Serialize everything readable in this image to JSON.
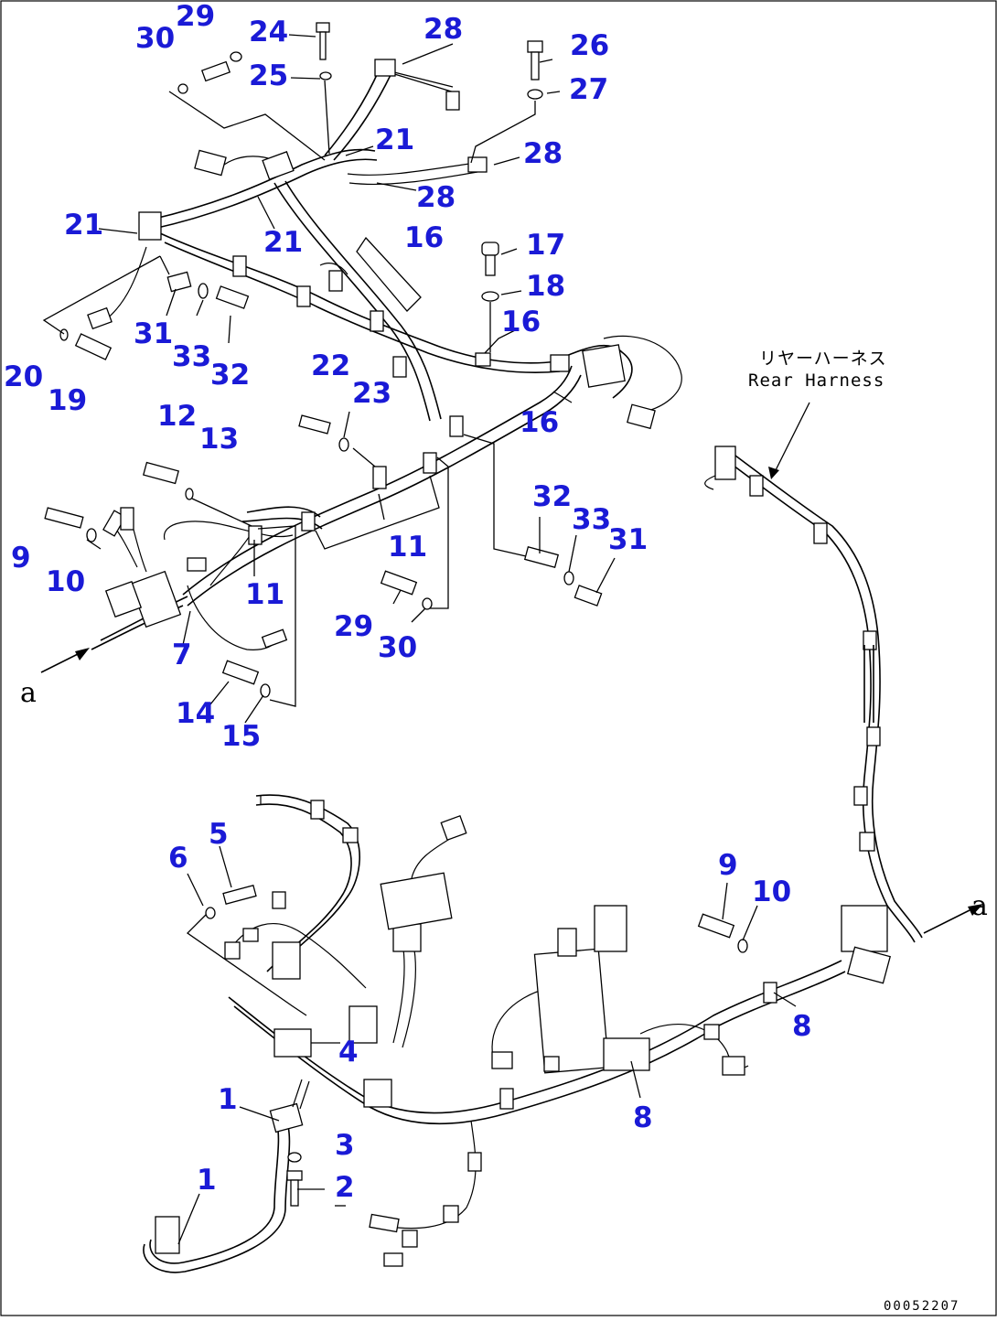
{
  "diagram": {
    "annotation": {
      "line1": "リヤーハーネス",
      "line2": "Rear Harness"
    },
    "arrow_labels": {
      "left": "a",
      "right": "a"
    },
    "drawing_code": "00052207",
    "callouts": [
      {
        "id": "c30a",
        "text": "30"
      },
      {
        "id": "c29a",
        "text": "29"
      },
      {
        "id": "c24",
        "text": "24"
      },
      {
        "id": "c25",
        "text": "25"
      },
      {
        "id": "c28a",
        "text": "28"
      },
      {
        "id": "c26",
        "text": "26"
      },
      {
        "id": "c27",
        "text": "27"
      },
      {
        "id": "c21a",
        "text": "21"
      },
      {
        "id": "c28b",
        "text": "28"
      },
      {
        "id": "c28c",
        "text": "28"
      },
      {
        "id": "c21b",
        "text": "21"
      },
      {
        "id": "c21c",
        "text": "21"
      },
      {
        "id": "c16a",
        "text": "16"
      },
      {
        "id": "c17",
        "text": "17"
      },
      {
        "id": "c18",
        "text": "18"
      },
      {
        "id": "c16b",
        "text": "16"
      },
      {
        "id": "c31a",
        "text": "31"
      },
      {
        "id": "c33a",
        "text": "33"
      },
      {
        "id": "c32a",
        "text": "32"
      },
      {
        "id": "c20",
        "text": "20"
      },
      {
        "id": "c19",
        "text": "19"
      },
      {
        "id": "c22",
        "text": "22"
      },
      {
        "id": "c23",
        "text": "23"
      },
      {
        "id": "c16c",
        "text": "16"
      },
      {
        "id": "c12",
        "text": "12"
      },
      {
        "id": "c13",
        "text": "13"
      },
      {
        "id": "c32b",
        "text": "32"
      },
      {
        "id": "c33b",
        "text": "33"
      },
      {
        "id": "c31b",
        "text": "31"
      },
      {
        "id": "c9a",
        "text": "9"
      },
      {
        "id": "c10a",
        "text": "10"
      },
      {
        "id": "c11a",
        "text": "11"
      },
      {
        "id": "c11b",
        "text": "11"
      },
      {
        "id": "c29b",
        "text": "29"
      },
      {
        "id": "c30b",
        "text": "30"
      },
      {
        "id": "c7",
        "text": "7"
      },
      {
        "id": "c14",
        "text": "14"
      },
      {
        "id": "c15",
        "text": "15"
      },
      {
        "id": "c5",
        "text": "5"
      },
      {
        "id": "c6",
        "text": "6"
      },
      {
        "id": "c9b",
        "text": "9"
      },
      {
        "id": "c10b",
        "text": "10"
      },
      {
        "id": "c4",
        "text": "4"
      },
      {
        "id": "c8a",
        "text": "8"
      },
      {
        "id": "c1a",
        "text": "1"
      },
      {
        "id": "c3",
        "text": "3"
      },
      {
        "id": "c2",
        "text": "2"
      },
      {
        "id": "c8b",
        "text": "8"
      },
      {
        "id": "c1b",
        "text": "1"
      }
    ]
  }
}
